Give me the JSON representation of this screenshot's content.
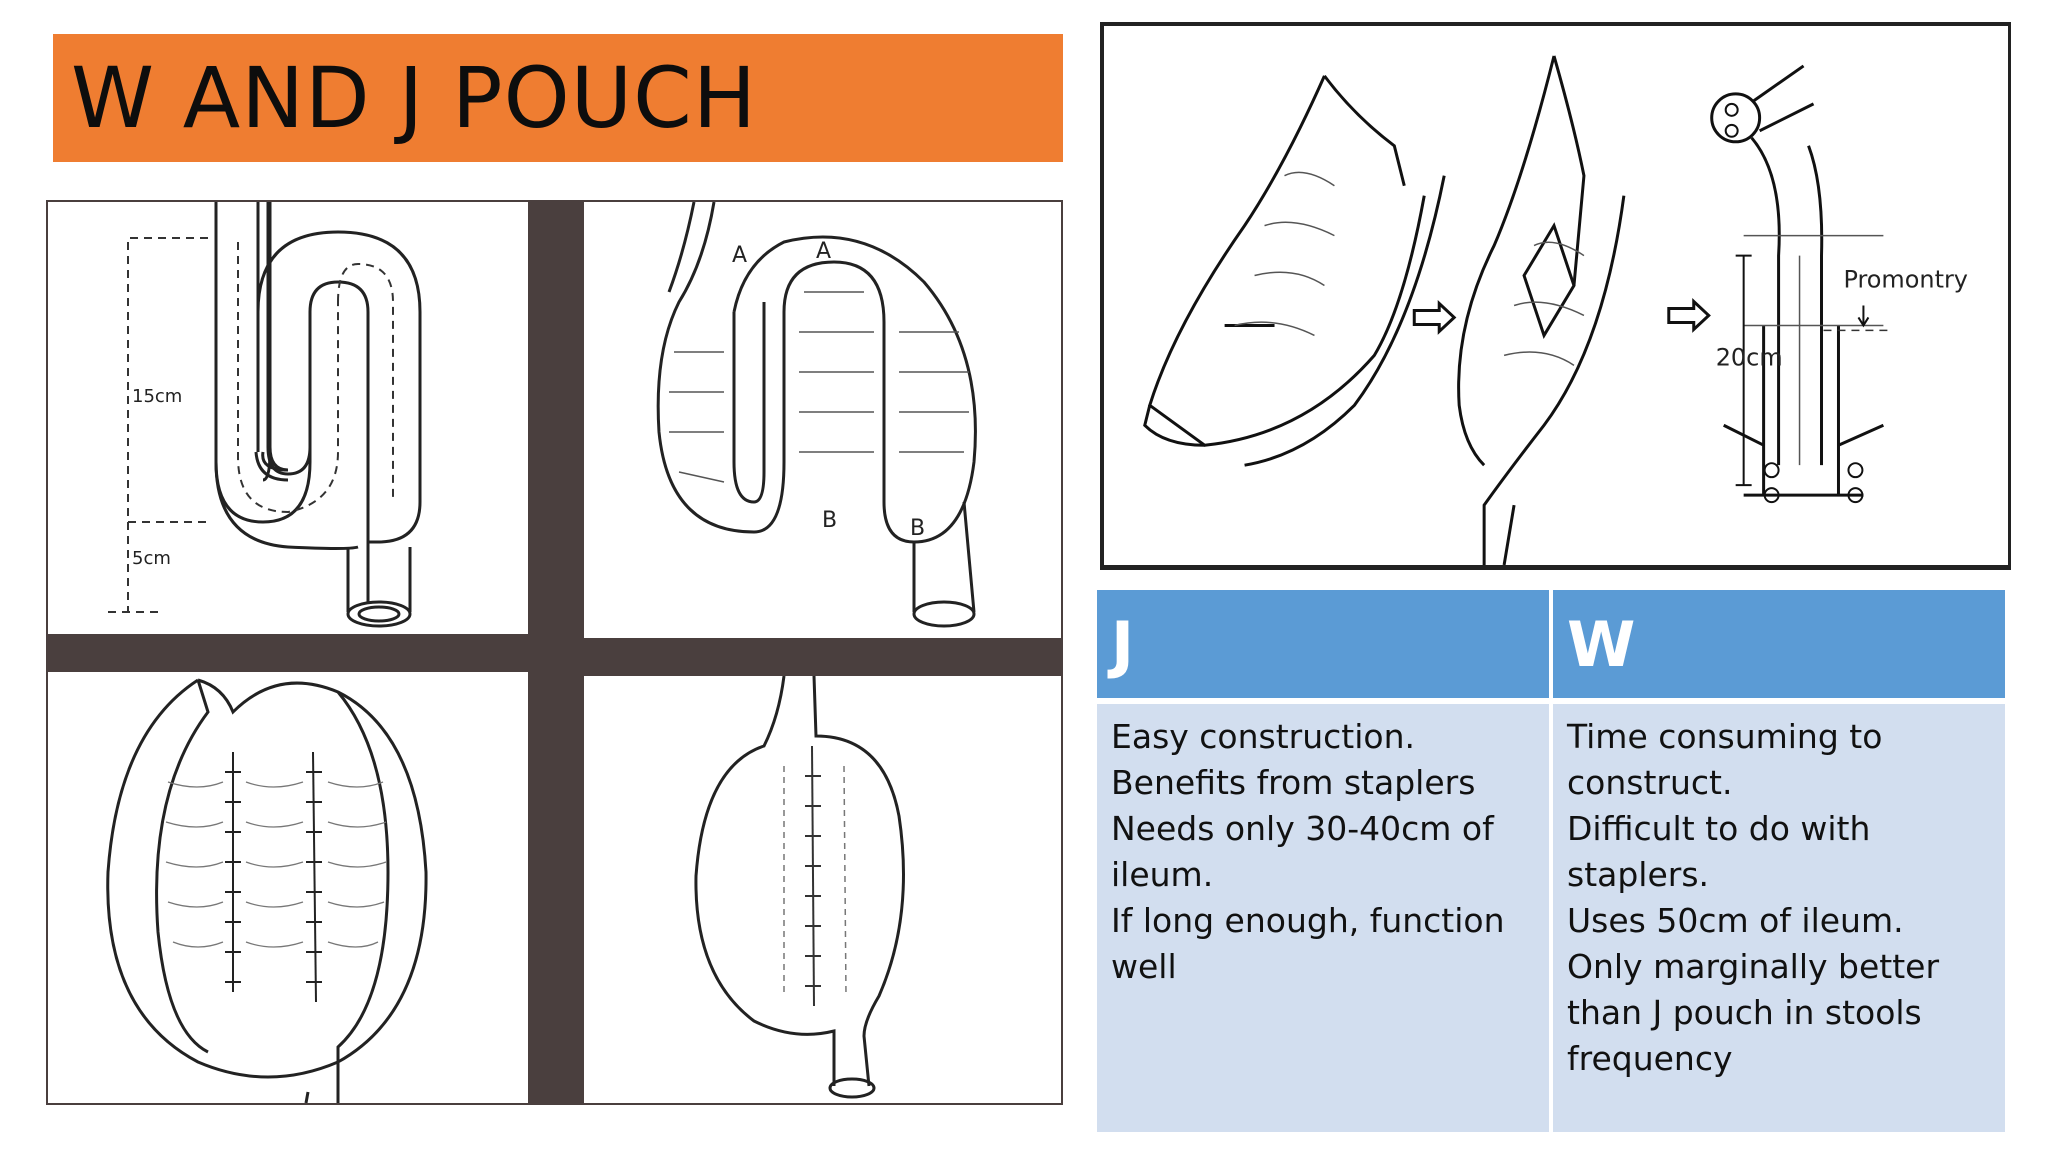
{
  "slide": {
    "title": "W AND J POUCH"
  },
  "figure_left": {
    "labels": {
      "measure_15": "15cm",
      "measure_5": "5cm",
      "mark_a1": "A",
      "mark_a2": "A",
      "mark_b1": "B",
      "mark_b2": "B"
    }
  },
  "figure_right": {
    "labels": {
      "promontry": "Promontry",
      "measure_20": "20cm"
    }
  },
  "table": {
    "headers": [
      "J",
      "W"
    ],
    "j_lines": [
      "Easy construction.",
      "Benefits from staplers",
      "Needs only 30-40cm of",
      "ileum.",
      "If long enough, function",
      "well"
    ],
    "w_lines": [
      "Time consuming to",
      "construct.",
      "Difficult to do with",
      "staplers.",
      "Uses 50cm of ileum.",
      "Only marginally better",
      "than J pouch in stools",
      "frequency"
    ]
  },
  "colors": {
    "title_bar": "#ef7d31",
    "table_header": "#5b9bd5",
    "table_body": "#d2deef"
  }
}
